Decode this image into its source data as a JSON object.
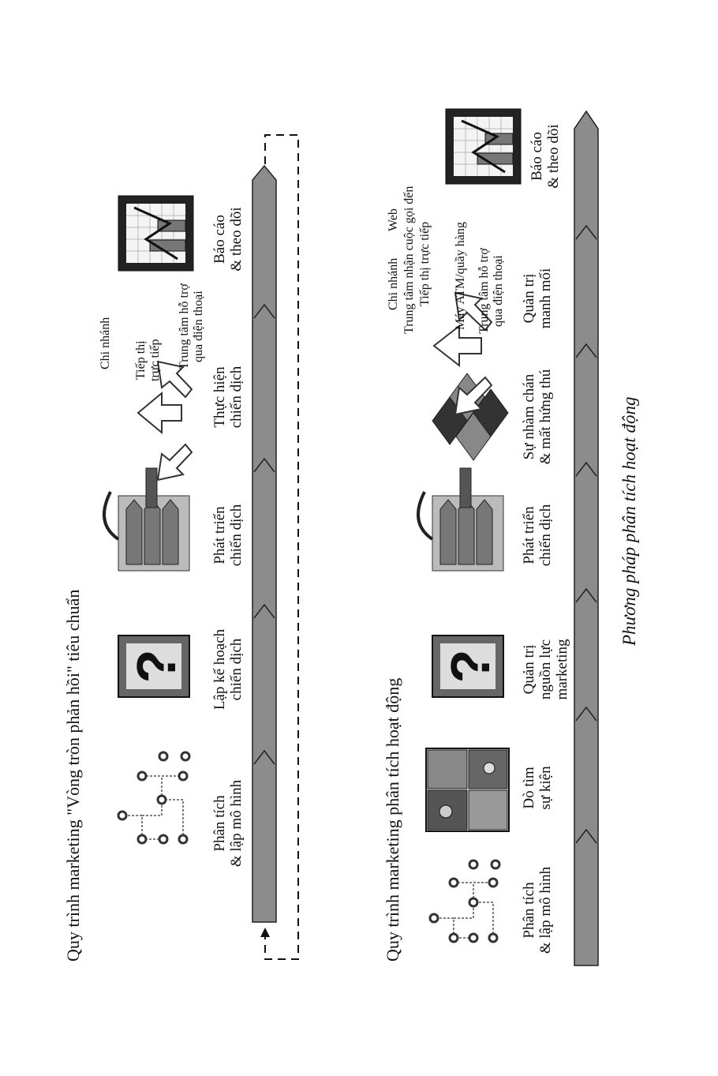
{
  "diagram1": {
    "title": "Quy trình marketing \"Vòng tròn phản hồi\" tiêu chuẩn",
    "steps": [
      {
        "line1": "Phân tích",
        "line2": "& lập mô hình",
        "icon": "network-nodes-icon"
      },
      {
        "line1": "Lập kế hoạch",
        "line2": "chiến dịch",
        "icon": "question-mark-icon"
      },
      {
        "line1": "Phát triển",
        "line2": "chiến dịch",
        "icon": "development-arrows-icon"
      },
      {
        "line1": "Thực hiện",
        "line2": "chiến dịch",
        "icon": "distribution-arrows-icon"
      },
      {
        "line1": "Báo cáo",
        "line2": "& theo dõi",
        "icon": "report-chart-icon"
      }
    ],
    "channels": {
      "branch": "Chi nhánh",
      "direct_line1": "Tiếp thị",
      "direct_line2": "trực tiếp",
      "phone_line1": "Trung tâm hỗ trợ",
      "phone_line2": "qua điện thoại"
    }
  },
  "diagram2": {
    "title": "Quy trình marketing phân tích hoạt động",
    "steps": [
      {
        "line1": "Phân tích",
        "line2": "& lập mô hình",
        "line3": "",
        "icon": "network-nodes-icon"
      },
      {
        "line1": "Dò tìm",
        "line2": "sự kiện",
        "line3": "",
        "icon": "event-photos-icon"
      },
      {
        "line1": "Quản trị",
        "line2": "nguồn lực",
        "line3": "marketing",
        "icon": "question-mark-icon"
      },
      {
        "line1": "Phát triển",
        "line2": "chiến dịch",
        "line3": "",
        "icon": "development-arrows-icon"
      },
      {
        "line1": "Sự nhàm chán",
        "line2": "& mất hứng thú",
        "line3": "",
        "icon": "checker-diamonds-icon"
      },
      {
        "line1": "Quản trị",
        "line2": "manh mối",
        "line3": "",
        "icon": "distribution-arrows-icon"
      },
      {
        "line1": "Báo cáo",
        "line2": "& theo dõi",
        "line3": "",
        "icon": "report-chart-icon"
      }
    ],
    "channels": {
      "branch": "Chi nhánh",
      "web": "Web",
      "call_center": "Trung tâm nhận cuộc gọi đến",
      "direct": "Tiếp thị trực tiếp",
      "atm": "Máy ATM/quầy hàng",
      "phone_line1": "Trung tâm hỗ trợ",
      "phone_line2": "qua điện thoại"
    }
  },
  "caption": "Phương pháp phân tích hoạt động",
  "colors": {
    "arrow_fill": "#8c8c8c",
    "ink": "#111111",
    "node": "#ffffff"
  }
}
